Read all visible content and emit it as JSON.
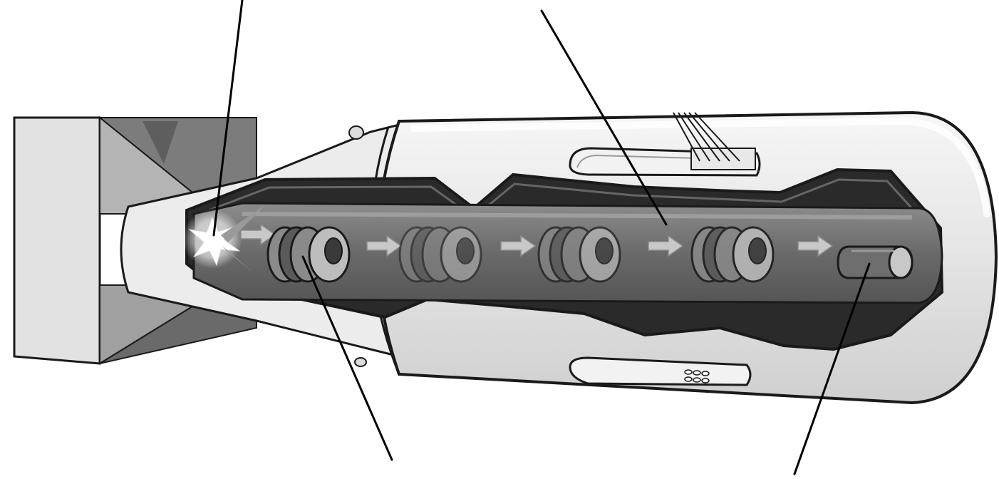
{
  "diagram": {
    "subject": "gun-type-nuclear-bomb-cutaway",
    "colors": {
      "outline": "#1a1a1a",
      "casing_light": "#f0f0f0",
      "casing_mid": "#d4d4d4",
      "casing_dark": "#9c9c9c",
      "interior_dark": "#2e2e2e",
      "barrel": "#6e6e6e",
      "barrel_light": "#8a8a8a",
      "projectile": "#5a5a5a",
      "projectile_ring": "#bdbdbd",
      "arrow": "#c8c8c8",
      "flash": "#ffffff",
      "tail_fin": "#b8b8b8",
      "tail_fin_dark": "#7a7a7a"
    },
    "projectile_stage_count": 4,
    "label_lines": [
      {
        "name": "leader-line-explosive-charge",
        "target": "explosive-charge"
      },
      {
        "name": "leader-line-barrel",
        "target": "gun-barrel"
      },
      {
        "name": "leader-line-projectile",
        "target": "uranium-projectile"
      },
      {
        "name": "leader-line-target",
        "target": "uranium-target"
      }
    ]
  }
}
